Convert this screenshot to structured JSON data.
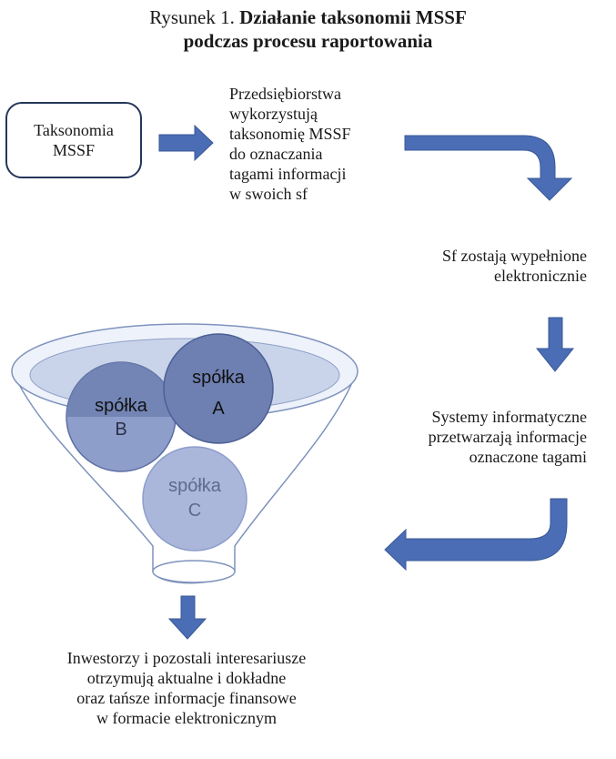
{
  "title": {
    "prefix": "Rysunek 1.",
    "line1": "Działanie taksonomii MSSF",
    "line2": "podczas procesu raportowania"
  },
  "nodes": {
    "taxonomy": {
      "line1": "Taksonomia",
      "line2": "MSSF"
    },
    "step1": [
      "Przedsiębiorstwa",
      "wykorzystują",
      "taksonomię MSSF",
      "do oznaczania",
      "tagami informacji",
      "w swoich sf"
    ],
    "step2": [
      "Sf zostają wypełnione",
      "elektronicznie"
    ],
    "step3": [
      "Systemy informatyczne",
      "przetwarzają informacje",
      "oznaczone tagami"
    ],
    "step4": [
      "Inwestorzy i pozostali interesariusze",
      "otrzymują aktualne i dokładne",
      "oraz tańsze informacje finansowe",
      "w formacie elektronicznym"
    ]
  },
  "funnel": {
    "circles": [
      {
        "id": "a",
        "line1": "spółka",
        "line2": "A"
      },
      {
        "id": "b",
        "line1": "spółka",
        "line2": "B"
      },
      {
        "id": "c",
        "line1": "spółka",
        "line2": "C"
      }
    ]
  },
  "colors": {
    "arrow": "#4a6db5",
    "arrow_stroke": "#3a5896",
    "box_border": "#24375a",
    "funnel_rim": "#c9d4ea",
    "funnel_stroke": "#7f93bd",
    "circle_dark": "#6e80b2",
    "circle_mid": "#8e9ecb",
    "circle_light": "#aab7db"
  }
}
